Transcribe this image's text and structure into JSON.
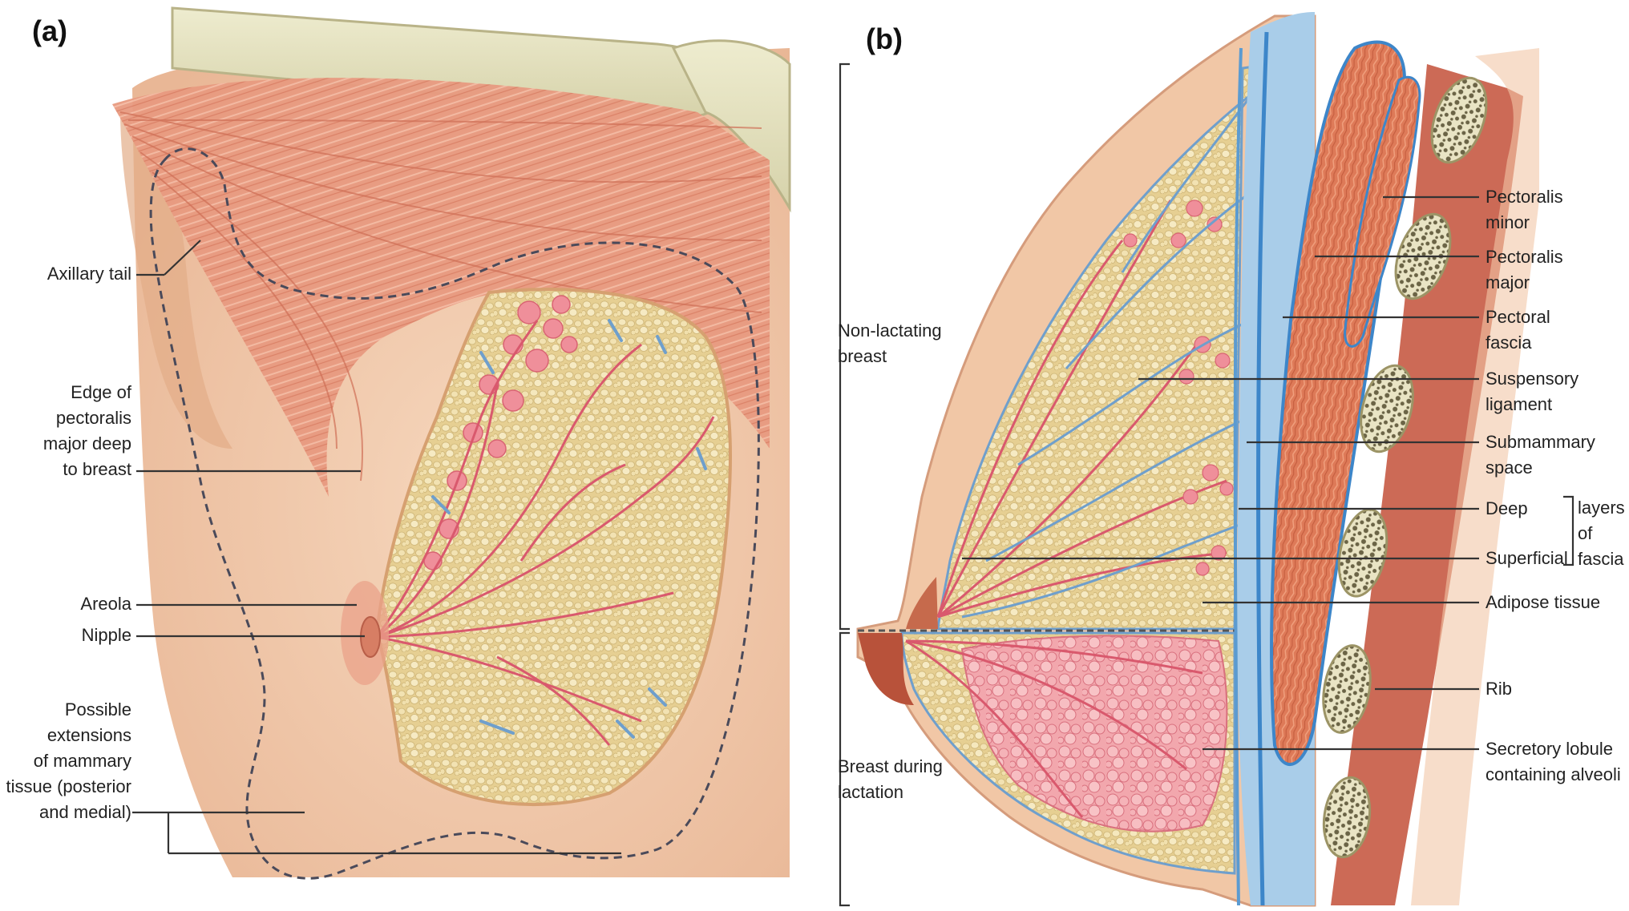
{
  "panels": {
    "a": {
      "tag": "(a)"
    },
    "b": {
      "tag": "(b)"
    }
  },
  "colors": {
    "skin": "#f1c8a8",
    "skin_shadow": "#e2a982",
    "muscle": "#ea9a80",
    "muscle_dark": "#d66e55",
    "fat": "#e8d39a",
    "fat_light": "#f4e6b8",
    "duct": "#e0667a",
    "lobule": "#ef8f9a",
    "fascia_blue": "#5b9bd1",
    "fascia_light": "#a9cde9",
    "bone": "#e6e3c8",
    "bone_dark": "#8a8460",
    "rib_red": "#c65a44"
  },
  "labels_a": {
    "axillary_tail": "Axillary tail",
    "edge_pectoralis": "Edge of\npectoralis\nmajor deep\nto breast",
    "areola": "Areola",
    "nipple": "Nipple",
    "possible_extensions": "Possible\nextensions\nof mammary\ntissue (posterior\nand medial)"
  },
  "labels_b": {
    "non_lactating": "Non-lactating\nbreast",
    "lactation": "Breast during\nlactation",
    "pectoralis_minor": "Pectoralis\nminor",
    "pectoralis_major": "Pectoralis\nmajor",
    "pectoral_fascia": "Pectoral\nfascia",
    "suspensory_ligament": "Suspensory\nligament",
    "submammary_space": "Submammary\nspace",
    "deep": "Deep",
    "superficial": "Superficial",
    "layers_of_fascia": "layers\nof\nfascia",
    "adipose_tissue": "Adipose tissue",
    "rib": "Rib",
    "secretory_lobule": "Secretory lobule\ncontaining alveoli"
  }
}
